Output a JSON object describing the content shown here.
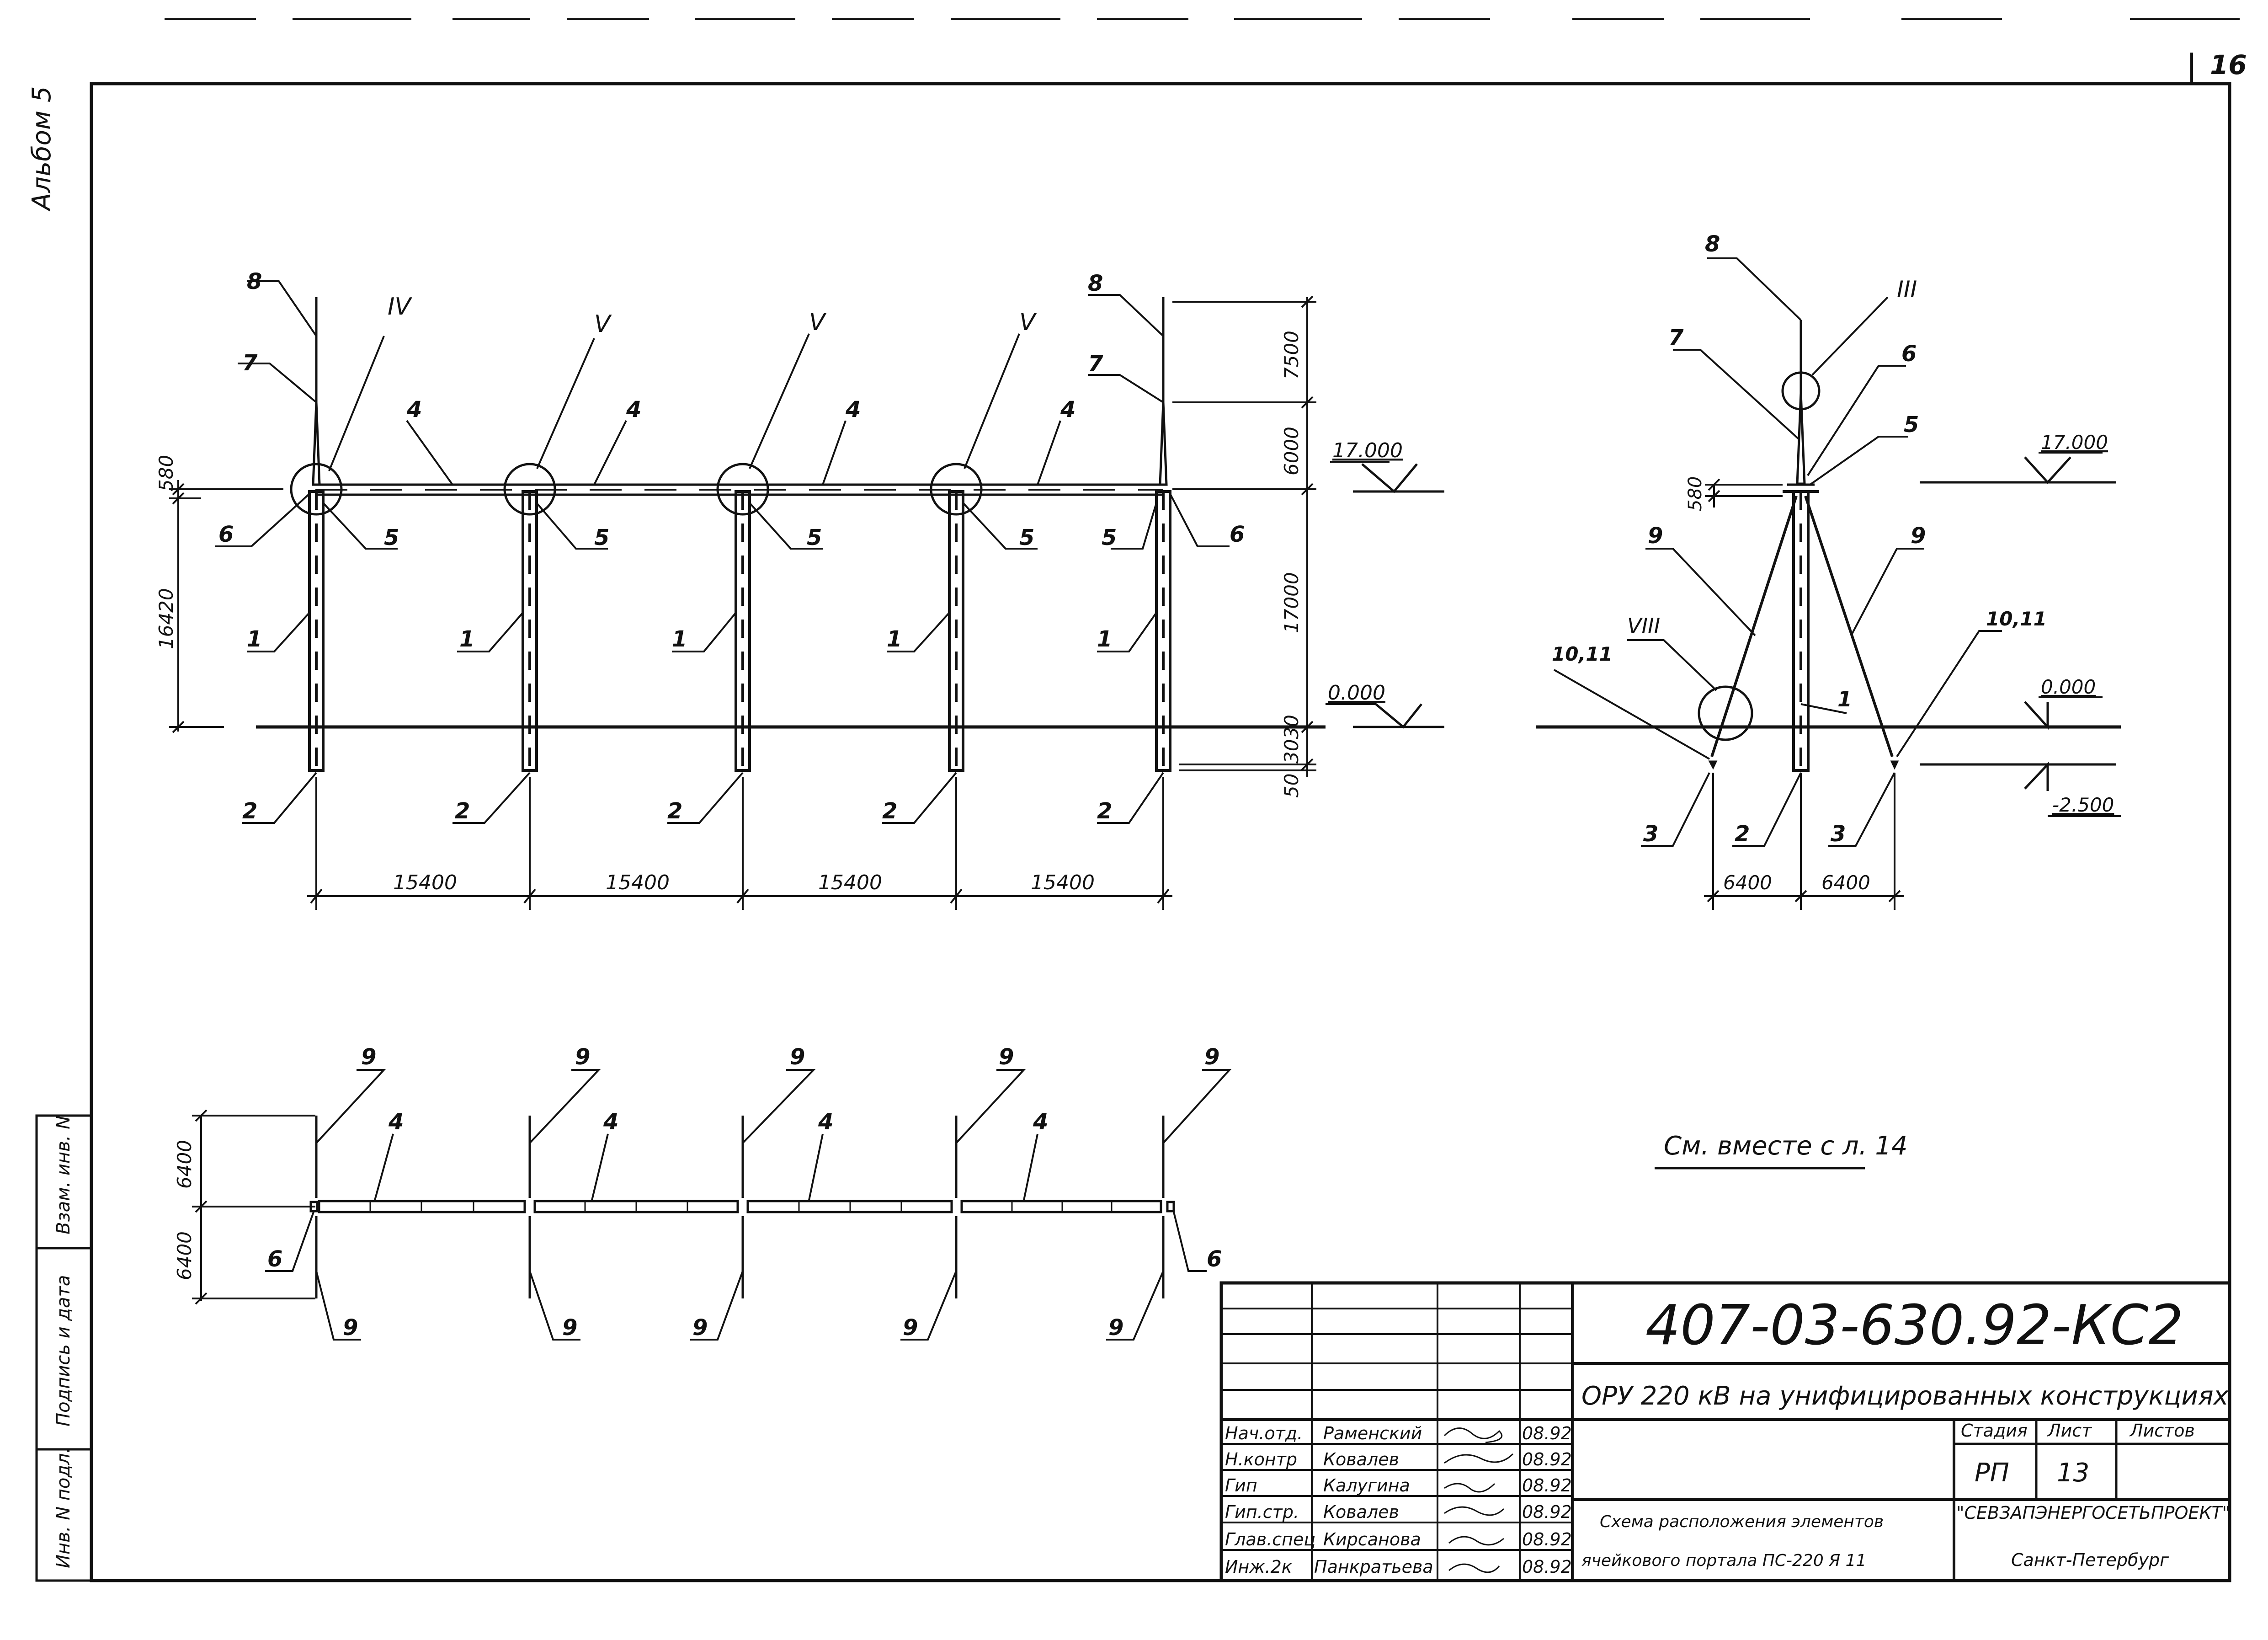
{
  "sheet": {
    "album": "Альбом 5",
    "sheet_number": "16",
    "see_also": "См. вместе с л. 14"
  },
  "front_view": {
    "marks_top": [
      "8",
      "IV",
      "V",
      "V",
      "V",
      "8"
    ],
    "mark_7": "7",
    "mark_4": "4",
    "mark_5": "5",
    "mark_6": "6",
    "mark_1": "1",
    "mark_2": "2",
    "dim_580": "580",
    "dim_16420": "16420",
    "dim_7500": "7500",
    "dim_6000": "6000",
    "dim_17000": "17000",
    "dim_3030": "3030",
    "dim_50": "50",
    "span": "15400",
    "level_top": "17.000",
    "level_ground": "0.000"
  },
  "side_view": {
    "mark_8": "8",
    "mark_III": "III",
    "mark_7": "7",
    "mark_6": "6",
    "mark_5": "5",
    "mark_9": "9",
    "mark_VIII": "VIII",
    "mark_1011": "10,11",
    "mark_1": "1",
    "mark_2": "2",
    "mark_3": "3",
    "dim_580": "580",
    "dim_6400": "6400",
    "level_top": "17.000",
    "level_ground": "0.000",
    "level_bottom": "-2.500"
  },
  "plan_view": {
    "mark_9": "9",
    "mark_4": "4",
    "mark_6": "6",
    "dim_6400": "6400"
  },
  "title_block": {
    "doc_code": "407-03-630.92-КС2",
    "project": "ОРУ 220 кВ на унифицированных конструкциях",
    "sheet_title_line1": "Схема расположения элементов",
    "sheet_title_line2": "ячейкового портала ПС-220 Я 11",
    "stage_label": "Стадия",
    "sheet_label": "Лист",
    "sheets_label": "Листов",
    "stage": "РП",
    "sheet": "13",
    "org": "\"СЕВЗАПЭНЕРГОСЕТЬПРОЕКТ\"",
    "city": "Санкт-Петербург",
    "staff": [
      {
        "role": "Нач.отд.",
        "name": "Раменский",
        "date": "08.92"
      },
      {
        "role": "Н.контр",
        "name": "Ковалев",
        "date": "08.92"
      },
      {
        "role": "Гип",
        "name": "Калугина",
        "date": "08.92"
      },
      {
        "role": "Гип.стр.",
        "name": "Ковалев",
        "date": "08.92"
      },
      {
        "role": "Глав.спец",
        "name": "Кирсанова",
        "date": "08.92"
      },
      {
        "role": "Инж.2к",
        "name": "Панкратьева",
        "date": "08.92"
      }
    ]
  },
  "side_stamp": {
    "inv_podl": "Инв. N подл.",
    "podpis": "Подпись и дата",
    "vzam": "Взам. инв. N"
  }
}
